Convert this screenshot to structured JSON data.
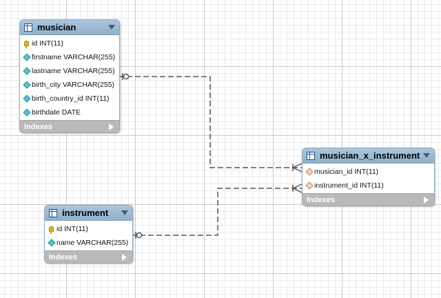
{
  "tables": {
    "musician": {
      "name": "musician",
      "columns": [
        {
          "label": "id INT(11)",
          "kind": "primary-key"
        },
        {
          "label": "firstname VARCHAR(255)",
          "kind": "column"
        },
        {
          "label": "lastname VARCHAR(255)",
          "kind": "column"
        },
        {
          "label": "birth_city VARCHAR(255)",
          "kind": "column"
        },
        {
          "label": "birth_country_id INT(11)",
          "kind": "column"
        },
        {
          "label": "birthdate DATE",
          "kind": "column"
        }
      ],
      "indexes_label": "Indexes"
    },
    "instrument": {
      "name": "instrument",
      "columns": [
        {
          "label": "id INT(11)",
          "kind": "primary-key"
        },
        {
          "label": "name VARCHAR(255)",
          "kind": "column"
        }
      ],
      "indexes_label": "Indexes"
    },
    "musician_x_instrument": {
      "name": "musician_x_instrument",
      "columns": [
        {
          "label": "musician_id INT(11)",
          "kind": "foreign-key"
        },
        {
          "label": "instrument_id INT(11)",
          "kind": "foreign-key"
        }
      ],
      "indexes_label": "Indexes"
    }
  },
  "relationships": [
    {
      "from": "musician",
      "to": "musician_x_instrument",
      "from_cardinality": "zero-or-one",
      "to_cardinality": "many",
      "style": "dashed"
    },
    {
      "from": "instrument",
      "to": "musician_x_instrument",
      "from_cardinality": "zero-or-one",
      "to_cardinality": "many",
      "style": "dashed"
    }
  ],
  "colors": {
    "header": "#9fbfd8",
    "footer": "#b9b9b9",
    "column_icon": "#52c3d6",
    "fk_icon": "#f4d7c4",
    "key_icon": "#e3b31b",
    "connector": "#555555"
  }
}
